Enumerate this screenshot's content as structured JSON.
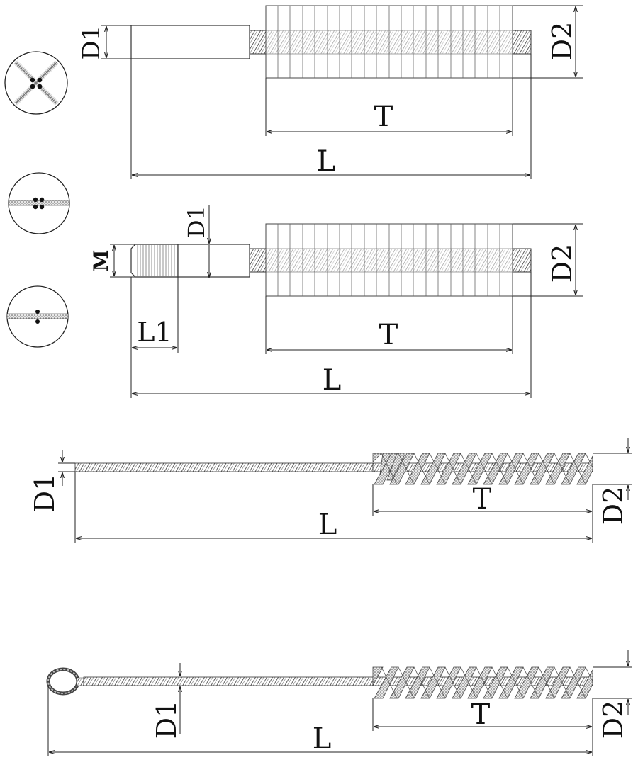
{
  "diagram": {
    "labels": {
      "d1": "D1",
      "d2": "D2",
      "t": "T",
      "l": "L",
      "m": "M",
      "l1": "L1"
    },
    "figures": [
      {
        "name": "straight-shank-brush",
        "dims": [
          "D1",
          "D2",
          "T",
          "L"
        ]
      },
      {
        "name": "threaded-shank-brush",
        "dims": [
          "M",
          "D1",
          "D2",
          "L1",
          "T",
          "L"
        ]
      },
      {
        "name": "twisted-wire-brush",
        "dims": [
          "D1",
          "D2",
          "T",
          "L"
        ]
      },
      {
        "name": "loop-end-brush",
        "dims": [
          "D1",
          "D2",
          "T",
          "L"
        ]
      }
    ],
    "section_views": [
      "four-row-cross-section",
      "two-row-cross-section",
      "single-row-cross-section"
    ]
  }
}
